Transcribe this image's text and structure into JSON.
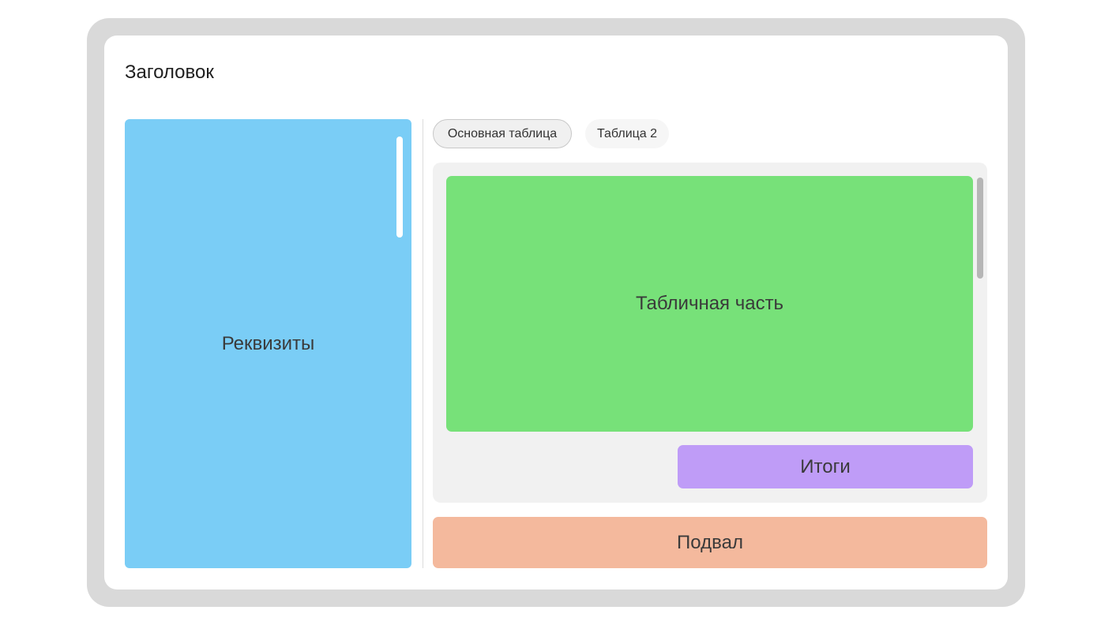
{
  "header": {
    "title": "Заголовок"
  },
  "details": {
    "label": "Реквизиты"
  },
  "tabs": [
    {
      "label": "Основная таблица",
      "active": true
    },
    {
      "label": "Таблица 2",
      "active": false
    }
  ],
  "table": {
    "label": "Табличная часть"
  },
  "totals": {
    "label": "Итоги"
  },
  "footer": {
    "label": "Подвал"
  },
  "colors": {
    "details": "#7acdf6",
    "table": "#77e179",
    "totals": "#bf9cf7",
    "footer": "#f4b99d"
  }
}
